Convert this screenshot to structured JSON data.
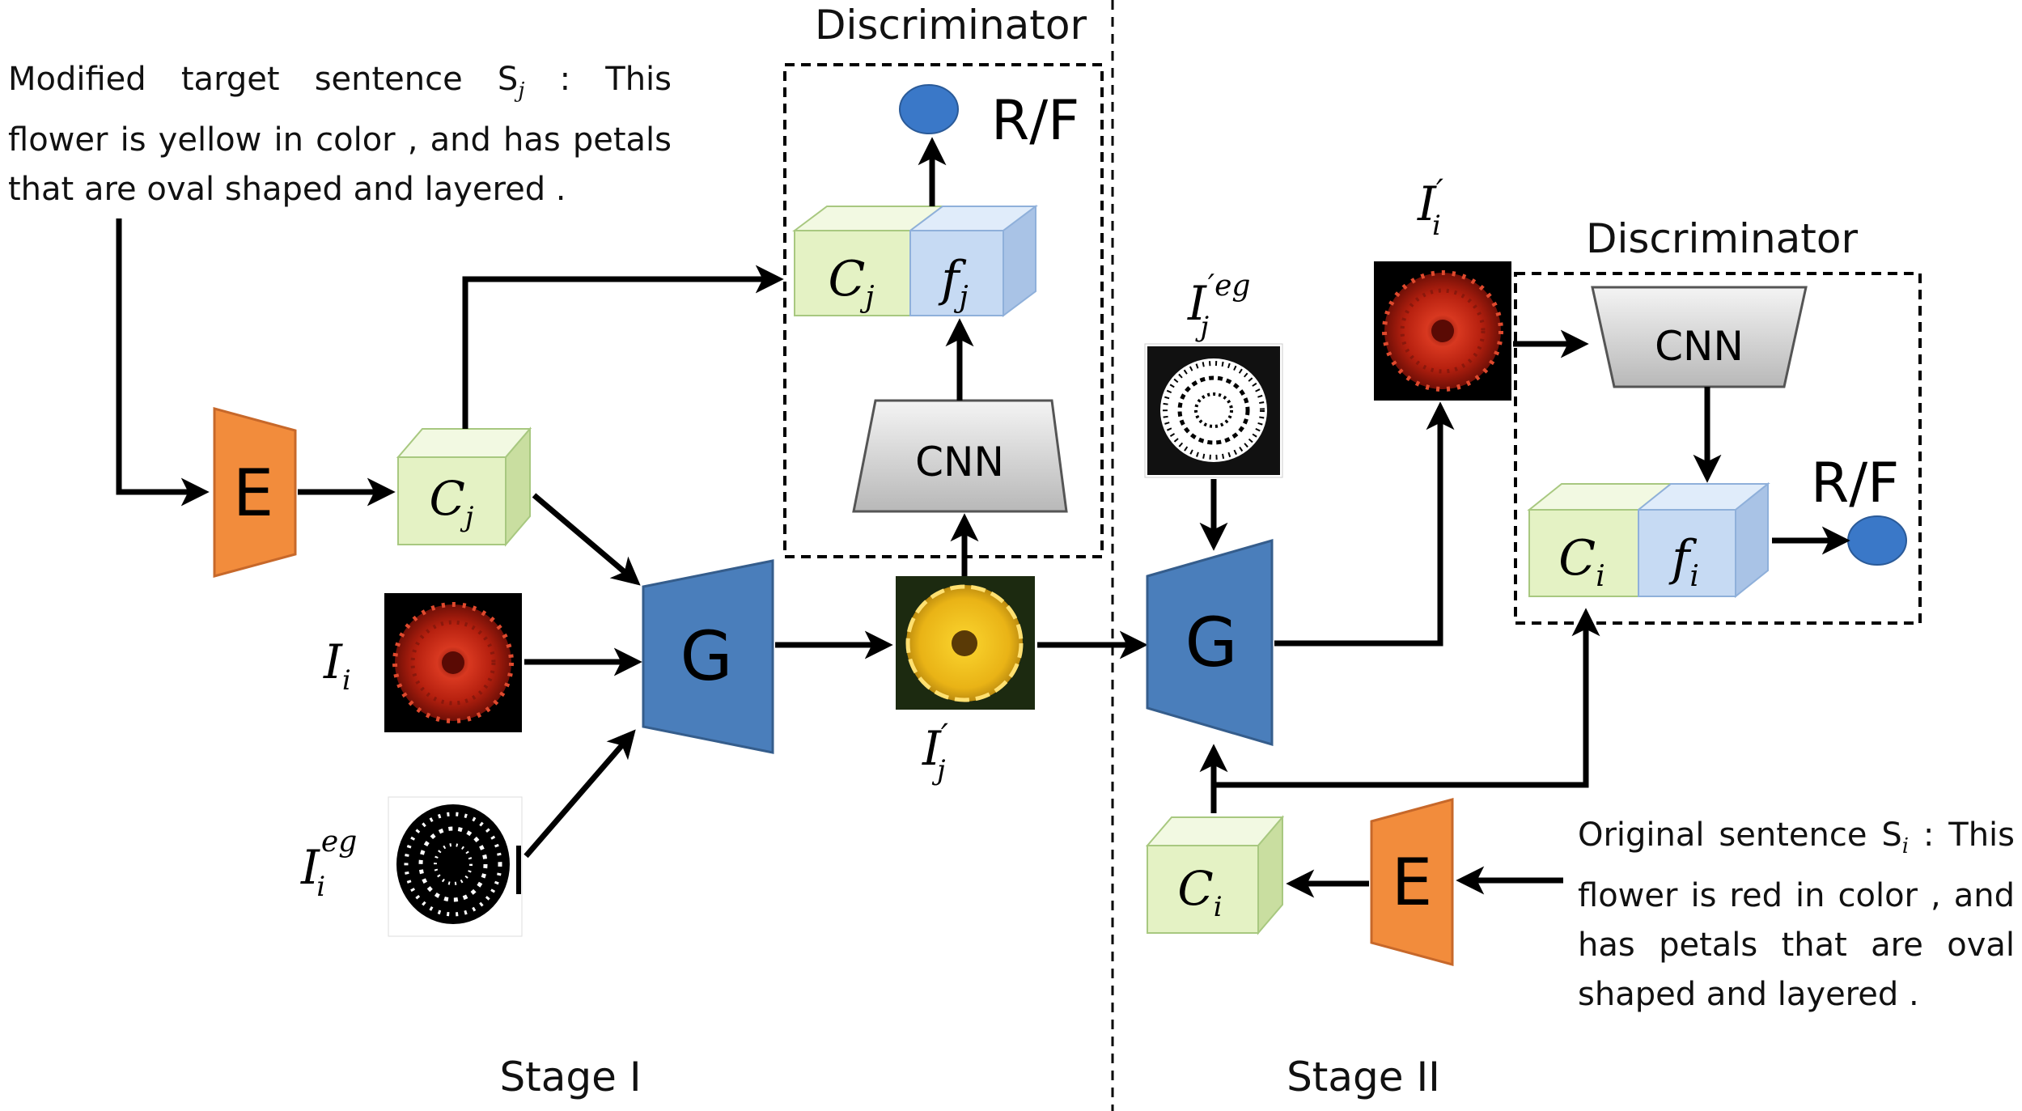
{
  "stage1": {
    "sentence_lines": [
      "Modified  target  sentence  S",
      ":  This",
      "flower is yellow in color , and has petals",
      "that are oval shaped and layered ."
    ],
    "sentence_sub": "j",
    "encoder_label": "E",
    "code_label": "C",
    "code_sub": "j",
    "generator_label": "G",
    "input_image_label": "I",
    "input_image_sub": "i",
    "seg_label": "I",
    "seg_sup": "eg",
    "seg_sub": "i",
    "output_label": "I",
    "output_prime": "′",
    "output_sub": "j",
    "discriminator_title": "Discriminator",
    "rf_label": "R/F",
    "cnn_label": "CNN",
    "concat_c_label": "C",
    "concat_c_sub": "j",
    "concat_f_label": "f",
    "concat_f_sub": "j",
    "stage_label": "Stage I"
  },
  "stage2": {
    "sentence_lines": [
      "Original sentence S",
      ":   This",
      "flower is red in color , and",
      "has  petals  that  are  oval",
      "shaped and layered ."
    ],
    "sentence_sub": "i",
    "encoder_label": "E",
    "code_label": "C",
    "code_sub": "i",
    "generator_label": "G",
    "seg_label": "I",
    "seg_sup": "′eg",
    "seg_sub": "j",
    "output_label": "I",
    "output_prime": "′",
    "output_sub": "i",
    "discriminator_title": "Discriminator",
    "cnn_label": "CNN",
    "rf_label": "R/F",
    "concat_c_label": "C",
    "concat_c_sub": "i",
    "concat_f_label": "f",
    "concat_f_sub": "i",
    "stage_label": "Stage II"
  },
  "colors": {
    "encoder": "#f28c3c",
    "generator": "#4a7ebb",
    "code_cube": "#e4f2c4",
    "feature_cube": "#c6daf3",
    "cnn": "#d4d4d4",
    "rf_dot": "#3a78c8",
    "red_flower": "#c42a1a",
    "yellow_flower": "#f1c21a"
  }
}
